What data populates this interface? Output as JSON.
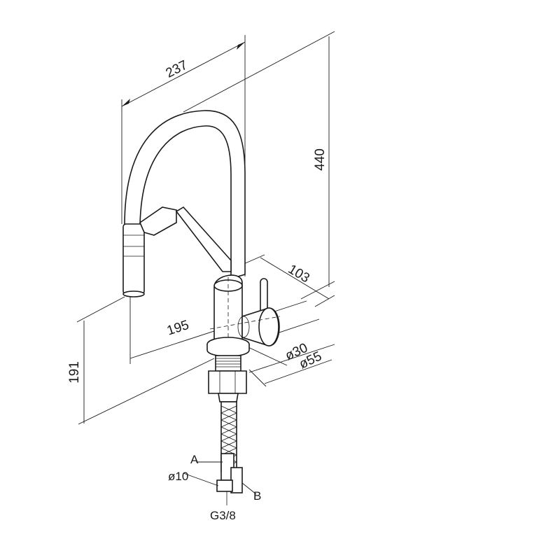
{
  "dimensions": {
    "width_top": "237",
    "height_total": "440",
    "depth": "103",
    "reach": "195",
    "spout_height": "191",
    "diam_body": "ø30",
    "diam_base": "ø55",
    "diam_hose": "ø10",
    "thread": "G3/8"
  },
  "labels": {
    "hose_a": "A",
    "hose_b": "B"
  }
}
